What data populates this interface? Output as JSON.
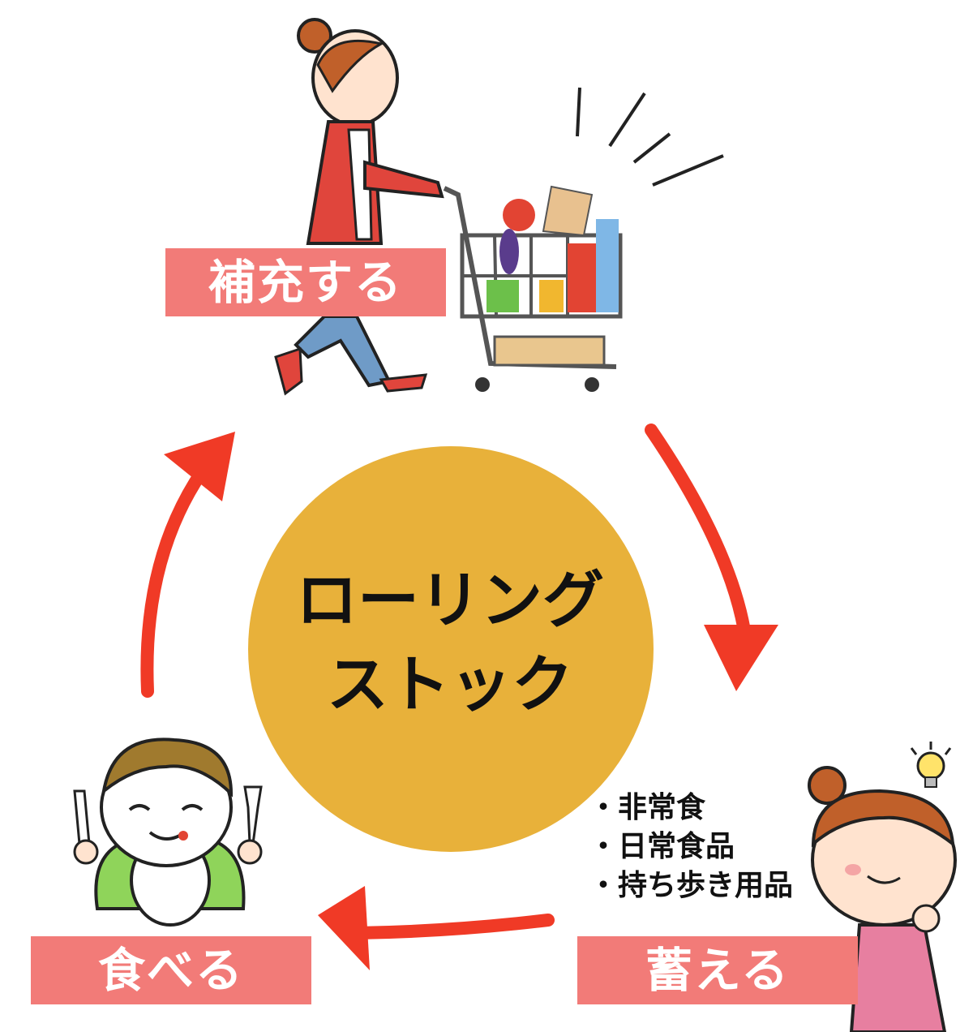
{
  "diagram": {
    "center_title_line1": "ローリング",
    "center_title_line2": "ストック",
    "steps": {
      "replenish": "補充する",
      "store": "蓄える",
      "eat": "食べる"
    },
    "store_items": [
      "・非常食",
      "・日常食品",
      "・持ち歩き用品"
    ]
  },
  "colors": {
    "arrow": "#f03a26",
    "label_bg": "#f27b78",
    "center_circle": "#e8b13a"
  }
}
